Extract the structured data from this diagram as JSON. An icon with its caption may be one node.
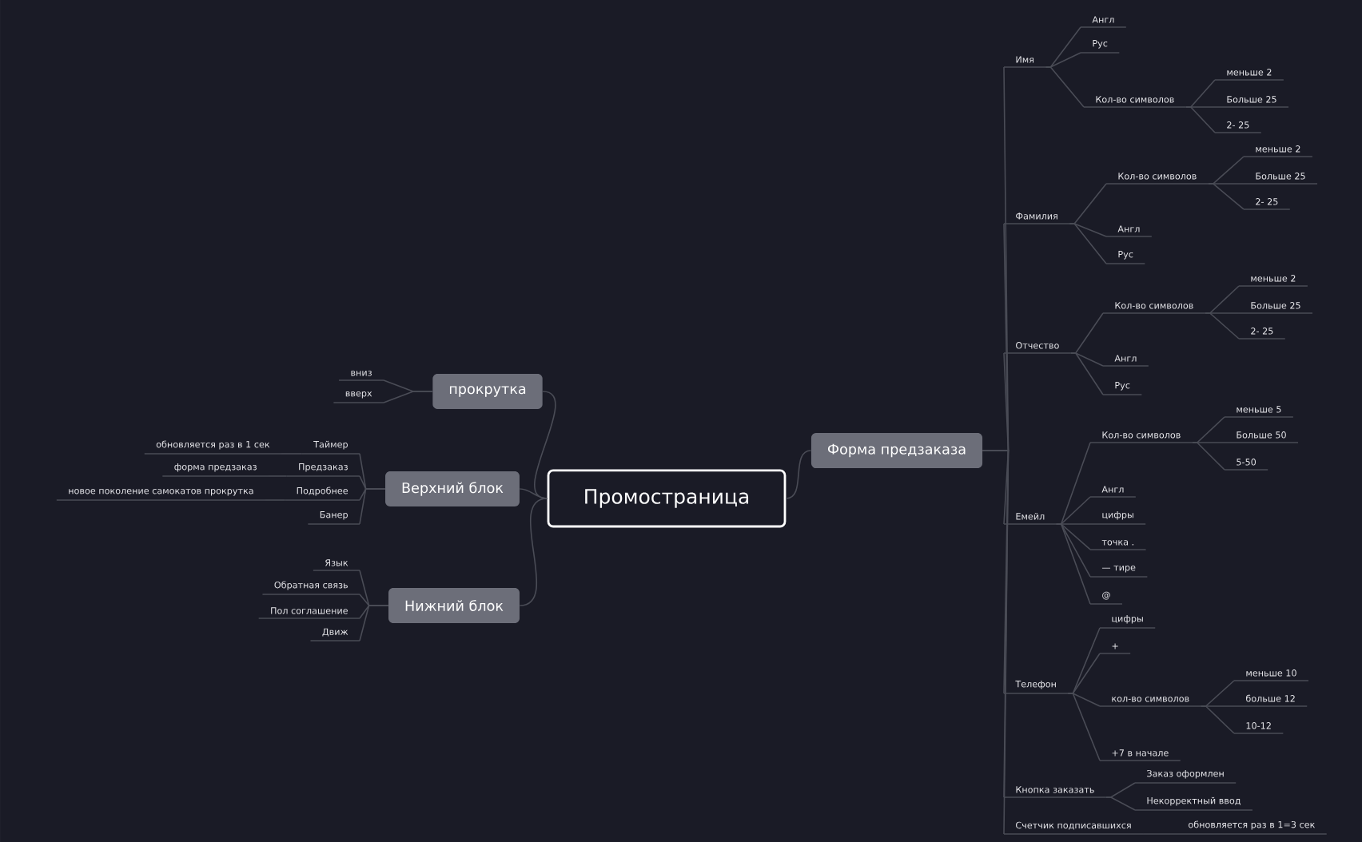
{
  "diagram": {
    "nodes": [
      {
        "text": [
          "Промостраница"
        ]
      },
      {
        "text": [
          "прокрутка"
        ]
      },
      {
        "text": [
          "вниз"
        ]
      },
      {
        "text": [
          "вверх"
        ]
      },
      {
        "text": [
          "Верхний блок"
        ]
      },
      {
        "text": [
          "Таймер"
        ]
      },
      {
        "text": [
          "обновляется раз в 1 сек"
        ]
      },
      {
        "text": [
          "Предзаказ"
        ]
      },
      {
        "text": [
          "форма предзаказ"
        ]
      },
      {
        "text": [
          "Подробнее"
        ]
      },
      {
        "text": [
          "новое поколение самокатов прокрутка"
        ]
      },
      {
        "text": [
          "Банер"
        ]
      },
      {
        "text": [
          "Нижний блок"
        ]
      },
      {
        "text": [
          "Язык"
        ]
      },
      {
        "text": [
          "Обратная связь"
        ]
      },
      {
        "text": [
          "Пол соглашение"
        ]
      },
      {
        "text": [
          "Движ"
        ]
      },
      {
        "text": [
          "Форма предзаказа"
        ]
      },
      {
        "text": [
          "Имя"
        ]
      },
      {
        "text": [
          "Англ"
        ]
      },
      {
        "text": [
          "Рус"
        ]
      },
      {
        "text": [
          "Кол-во символов"
        ]
      },
      {
        "text": [
          "меньше 2"
        ]
      },
      {
        "text": [
          "Больше 25"
        ]
      },
      {
        "text": [
          "2- 25"
        ]
      },
      {
        "text": [
          "Фамилия"
        ]
      },
      {
        "text": [
          "Кол-во символов"
        ]
      },
      {
        "text": [
          "меньше 2"
        ]
      },
      {
        "text": [
          "Больше 25"
        ]
      },
      {
        "text": [
          "2- 25"
        ]
      },
      {
        "text": [
          "Англ"
        ]
      },
      {
        "text": [
          "Рус"
        ]
      },
      {
        "text": [
          "Отчество"
        ]
      },
      {
        "text": [
          "Кол-во символов"
        ]
      },
      {
        "text": [
          "меньше 2"
        ]
      },
      {
        "text": [
          "Больше 25"
        ]
      },
      {
        "text": [
          "2- 25"
        ]
      },
      {
        "text": [
          "Англ"
        ]
      },
      {
        "text": [
          "Рус"
        ]
      },
      {
        "text": [
          "Емейл"
        ]
      },
      {
        "text": [
          "Кол-во символов"
        ]
      },
      {
        "text": [
          "меньше 5"
        ]
      },
      {
        "text": [
          "Больше 50"
        ]
      },
      {
        "text": [
          "5-50"
        ]
      },
      {
        "text": [
          "Англ"
        ]
      },
      {
        "text": [
          "цифры"
        ]
      },
      {
        "text": [
          "точка ."
        ]
      },
      {
        "text": [
          "— тире"
        ]
      },
      {
        "text": [
          "@"
        ]
      },
      {
        "text": [
          "Телефон"
        ]
      },
      {
        "text": [
          "цифры"
        ]
      },
      {
        "text": [
          "+"
        ]
      },
      {
        "text": [
          "кол-во символов"
        ]
      },
      {
        "text": [
          "меньше 10"
        ]
      },
      {
        "text": [
          "больше 12"
        ]
      },
      {
        "text": [
          "10-12"
        ]
      },
      {
        "text": [
          "+7 в начале"
        ]
      },
      {
        "text": [
          "Кнопка заказать"
        ]
      },
      {
        "text": [
          "Заказ оформлен"
        ]
      },
      {
        "text": [
          "Некорректный ввод"
        ]
      },
      {
        "text": [
          "Счетчик подписавшихся"
        ]
      },
      {
        "text": [
          "обновляется раз в 1=3 сек"
        ]
      }
    ],
    "edges": [
      {
        "from": 0,
        "to": 1,
        "arrow": "none"
      },
      {
        "from": 0,
        "to": 4,
        "arrow": "none"
      },
      {
        "from": 0,
        "to": 12,
        "arrow": "none"
      },
      {
        "from": 0,
        "to": 17,
        "arrow": "none"
      },
      {
        "from": 1,
        "to": 2,
        "arrow": "none"
      },
      {
        "from": 1,
        "to": 3,
        "arrow": "none"
      },
      {
        "from": 4,
        "to": 5,
        "arrow": "none"
      },
      {
        "from": 4,
        "to": 7,
        "arrow": "none"
      },
      {
        "from": 4,
        "to": 9,
        "arrow": "none"
      },
      {
        "from": 4,
        "to": 11,
        "arrow": "none"
      },
      {
        "from": 5,
        "to": 6,
        "arrow": "none"
      },
      {
        "from": 7,
        "to": 8,
        "arrow": "none"
      },
      {
        "from": 9,
        "to": 10,
        "arrow": "none"
      },
      {
        "from": 12,
        "to": 13,
        "arrow": "none"
      },
      {
        "from": 12,
        "to": 14,
        "arrow": "none"
      },
      {
        "from": 12,
        "to": 15,
        "arrow": "none"
      },
      {
        "from": 12,
        "to": 16,
        "arrow": "none"
      },
      {
        "from": 17,
        "to": 18,
        "arrow": "none"
      },
      {
        "from": 17,
        "to": 25,
        "arrow": "none"
      },
      {
        "from": 17,
        "to": 32,
        "arrow": "none"
      },
      {
        "from": 17,
        "to": 39,
        "arrow": "none"
      },
      {
        "from": 17,
        "to": 49,
        "arrow": "none"
      },
      {
        "from": 17,
        "to": 57,
        "arrow": "none"
      },
      {
        "from": 17,
        "to": 60,
        "arrow": "none"
      },
      {
        "from": 18,
        "to": 19,
        "arrow": "none"
      },
      {
        "from": 18,
        "to": 20,
        "arrow": "none"
      },
      {
        "from": 18,
        "to": 21,
        "arrow": "none"
      },
      {
        "from": 21,
        "to": 22,
        "arrow": "none"
      },
      {
        "from": 21,
        "to": 23,
        "arrow": "none"
      },
      {
        "from": 21,
        "to": 24,
        "arrow": "none"
      },
      {
        "from": 25,
        "to": 26,
        "arrow": "none"
      },
      {
        "from": 25,
        "to": 30,
        "arrow": "none"
      },
      {
        "from": 25,
        "to": 31,
        "arrow": "none"
      },
      {
        "from": 26,
        "to": 27,
        "arrow": "none"
      },
      {
        "from": 26,
        "to": 28,
        "arrow": "none"
      },
      {
        "from": 26,
        "to": 29,
        "arrow": "none"
      },
      {
        "from": 32,
        "to": 33,
        "arrow": "none"
      },
      {
        "from": 32,
        "to": 37,
        "arrow": "none"
      },
      {
        "from": 32,
        "to": 38,
        "arrow": "none"
      },
      {
        "from": 33,
        "to": 34,
        "arrow": "none"
      },
      {
        "from": 33,
        "to": 35,
        "arrow": "none"
      },
      {
        "from": 33,
        "to": 36,
        "arrow": "none"
      },
      {
        "from": 39,
        "to": 40,
        "arrow": "none"
      },
      {
        "from": 39,
        "to": 44,
        "arrow": "none"
      },
      {
        "from": 39,
        "to": 45,
        "arrow": "none"
      },
      {
        "from": 39,
        "to": 46,
        "arrow": "none"
      },
      {
        "from": 39,
        "to": 47,
        "arrow": "none"
      },
      {
        "from": 39,
        "to": 48,
        "arrow": "none"
      },
      {
        "from": 40,
        "to": 41,
        "arrow": "none"
      },
      {
        "from": 40,
        "to": 42,
        "arrow": "none"
      },
      {
        "from": 40,
        "to": 43,
        "arrow": "none"
      },
      {
        "from": 49,
        "to": 50,
        "arrow": "none"
      },
      {
        "from": 49,
        "to": 51,
        "arrow": "none"
      },
      {
        "from": 49,
        "to": 52,
        "arrow": "none"
      },
      {
        "from": 49,
        "to": 56,
        "arrow": "none"
      },
      {
        "from": 52,
        "to": 53,
        "arrow": "none"
      },
      {
        "from": 52,
        "to": 54,
        "arrow": "none"
      },
      {
        "from": 52,
        "to": 55,
        "arrow": "none"
      },
      {
        "from": 57,
        "to": 58,
        "arrow": "none"
      },
      {
        "from": 57,
        "to": 59,
        "arrow": "none"
      },
      {
        "from": 60,
        "to": 61,
        "arrow": "none"
      }
    ]
  }
}
